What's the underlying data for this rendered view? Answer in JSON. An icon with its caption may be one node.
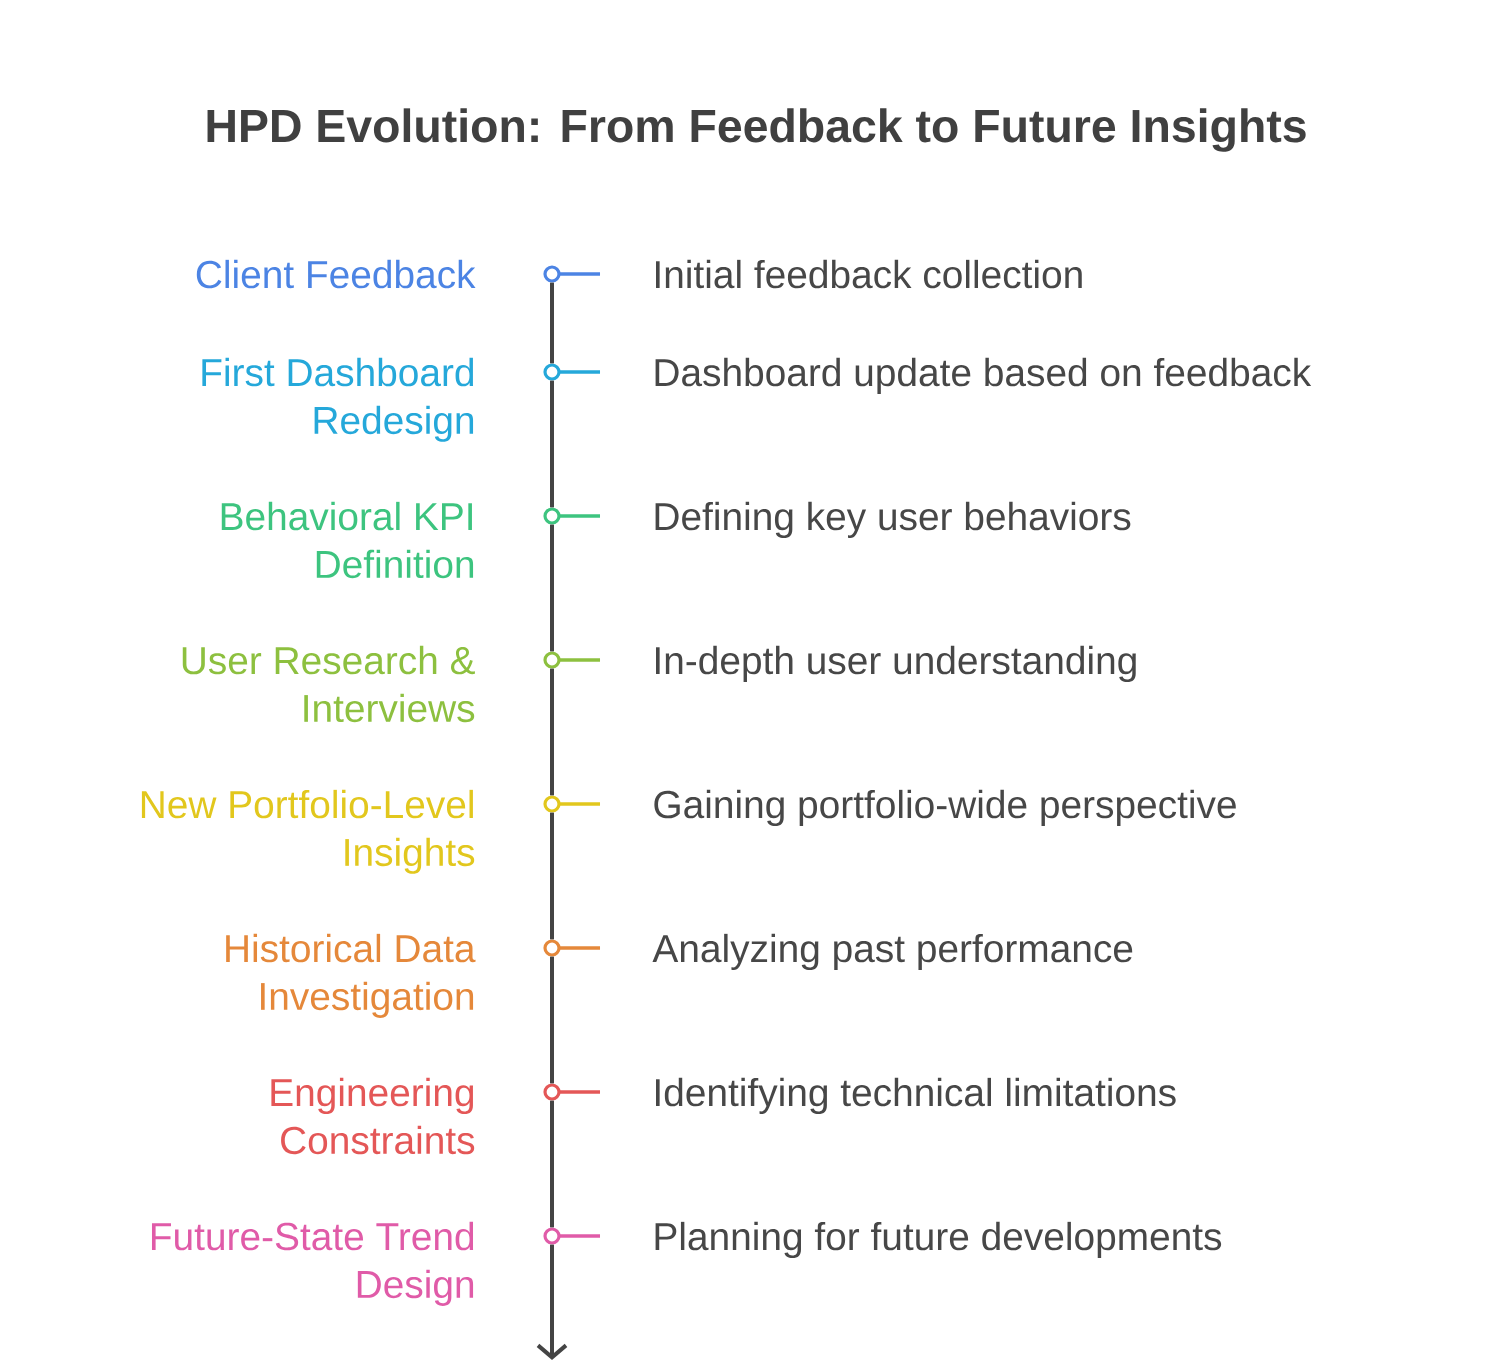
{
  "diagram": {
    "title": "HPD Evolution: From Feedback to Future Insights",
    "nodes": [
      {
        "text": [],
        "shape": "circle",
        "beside": [
          "Client Feedback",
          "Initial feedback collection"
        ]
      },
      {
        "text": [],
        "shape": "circle",
        "beside": [
          "First Dashboard Redesign",
          "Dashboard update based on feedback"
        ]
      },
      {
        "text": [],
        "shape": "circle",
        "beside": [
          "Behavioral KPI Definition",
          "Defining key user behaviors"
        ]
      },
      {
        "text": [],
        "shape": "circle",
        "beside": [
          "User Research & Interviews",
          "In-depth user understanding"
        ]
      },
      {
        "text": [],
        "shape": "circle",
        "beside": [
          "New Portfolio-Level Insights",
          "Gaining portfolio-wide perspective"
        ]
      },
      {
        "text": [],
        "shape": "circle",
        "beside": [
          "Historical Data Investigation",
          "Analyzing past performance"
        ]
      },
      {
        "text": [],
        "shape": "circle",
        "beside": [
          "Engineering Constraints",
          "Identifying technical limitations"
        ]
      },
      {
        "text": [],
        "shape": "circle",
        "beside": [
          "Future-State Trend Design",
          "Planning for future developments"
        ]
      }
    ],
    "edges": [
      {
        "from": 0,
        "to": 1,
        "arrow": "none"
      },
      {
        "from": 1,
        "to": 2,
        "arrow": "none"
      },
      {
        "from": 2,
        "to": 3,
        "arrow": "none"
      },
      {
        "from": 3,
        "to": 4,
        "arrow": "none"
      },
      {
        "from": 4,
        "to": 5,
        "arrow": "none"
      },
      {
        "from": 5,
        "to": 6,
        "arrow": "none"
      },
      {
        "from": 6,
        "to": 7,
        "arrow": "none"
      },
      {
        "from": 7,
        "to": null,
        "arrow": "to"
      }
    ]
  }
}
